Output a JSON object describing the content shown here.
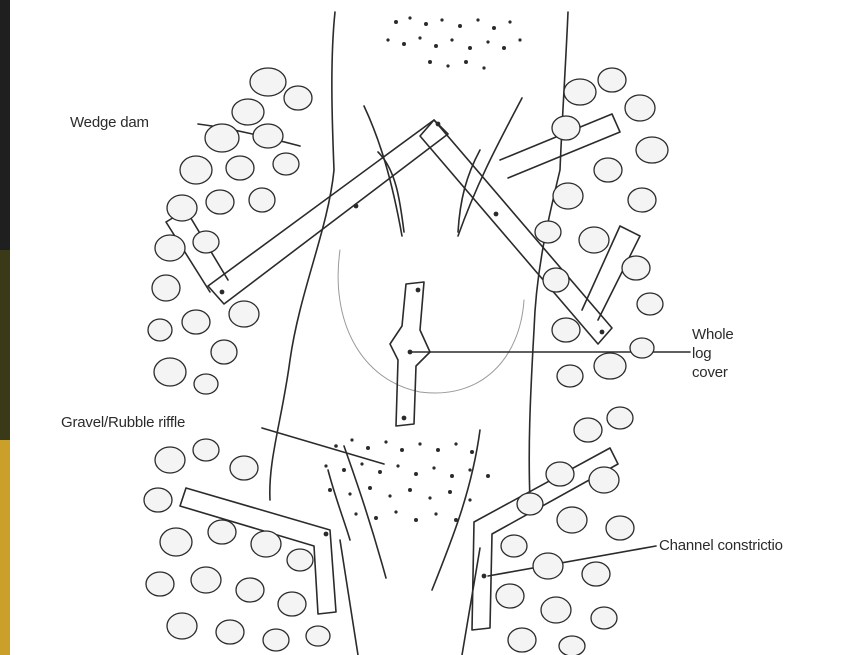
{
  "diagram": {
    "labels": {
      "wedge_dam": "Wedge dam",
      "gravel_rubble_riffle": "Gravel/Rubble riffle",
      "channel_constriction": "Channel constrictio",
      "whole_log_cover": [
        "Whole",
        "log",
        "cover"
      ]
    },
    "colors": {
      "ink": "#2b2b2b",
      "rock_fill": "#f4f4f4",
      "paper": "#ffffff",
      "edge_strip": [
        "#1f1f1f",
        "#3a3a18",
        "#caa02a"
      ]
    }
  }
}
